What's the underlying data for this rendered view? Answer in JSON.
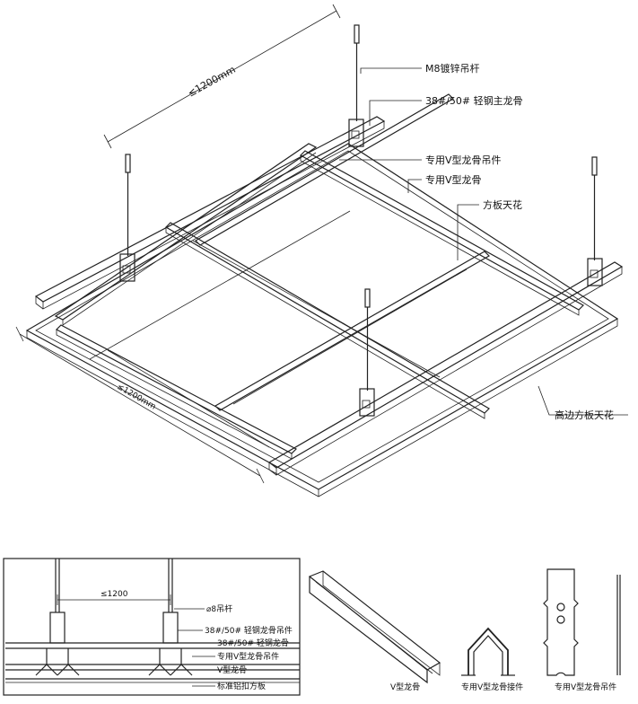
{
  "labels": {
    "rod": "M8镀锌吊杆",
    "main_keel": "38#/50# 轻钢主龙骨",
    "v_hanger": "专用V型龙骨吊件",
    "v_keel": "专用V型龙骨",
    "panel": "方板天花",
    "high_edge_panel": "高边方板天花"
  },
  "dimensions": {
    "top": "≤1200mm",
    "left": "≤1200mm",
    "section": "≤1200"
  },
  "section_labels": {
    "rod": "⌀8吊杆",
    "main_hanger": "38#/50# 轻钢龙骨吊件",
    "main_keel": "38#/50# 轻钢龙骨",
    "v_hanger": "专用V型龙骨吊件",
    "v_keel": "V型龙骨",
    "panel": "标准铝扣方板"
  },
  "detail_captions": {
    "v_keel": "V型龙骨",
    "v_connector": "专用V型龙骨接件",
    "v_hanger": "专用V型龙骨吊件"
  }
}
